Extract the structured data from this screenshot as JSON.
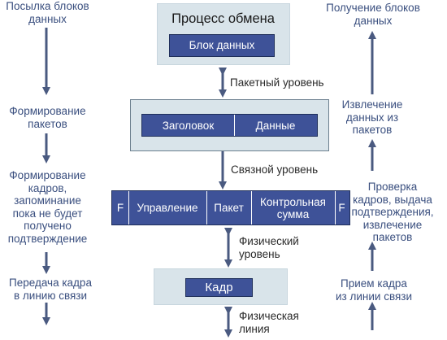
{
  "center": {
    "process": {
      "title": "Процесс обмена",
      "block": "Блок данных"
    },
    "packet_level": "Пакетный уровень",
    "packet": {
      "header": "Заголовок",
      "data": "Данные"
    },
    "link_level": "Связной уровень",
    "frame": {
      "cells": [
        "F",
        "Управление",
        "Пакет",
        "Контрольная\nсумма",
        "F"
      ]
    },
    "physical_level": "Физический\nуровень",
    "physical_frame": "Кадр",
    "physical_line": "Физическая\nлиния"
  },
  "left_steps": [
    "Посылка блоков\nданных",
    "Формирование\nпакетов",
    "Формирование\nкадров,\nзапоминание\nпока не будет\nполучено\nподтверждение",
    "Передача кадра\nв линию связи"
  ],
  "right_steps": [
    "Получение блоков\nданных",
    "Извлечение\nданных из\nпакетов",
    "Проверка\nкадров, выдача\nподтверждения,\nизвлечение\nпакетов",
    "Прием кадра\nиз линии связи"
  ],
  "colors": {
    "blue_box": "#3e5298",
    "light_box": "#d9e4ea",
    "side_text": "#3a4f7f",
    "arrow": "#4a5a80"
  }
}
